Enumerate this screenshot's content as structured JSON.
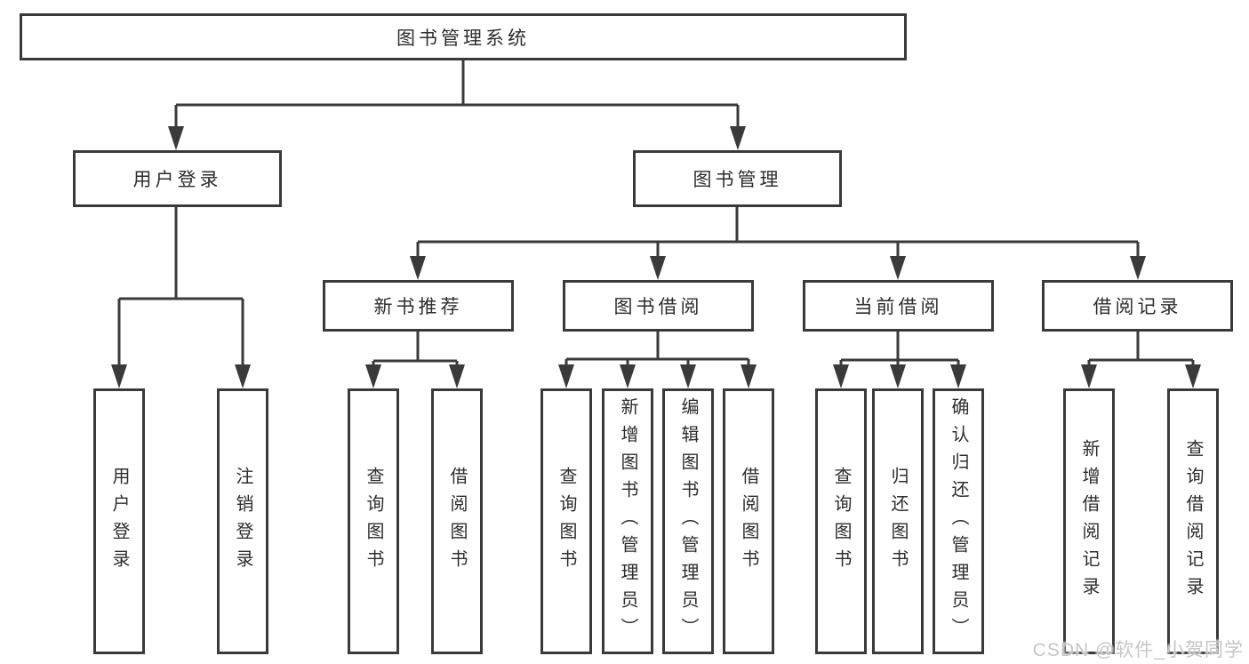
{
  "colors": {
    "stroke": "#3a3a3a",
    "text": "#2d2d2d",
    "background": "#ffffff",
    "watermark": "#c6c6c6"
  },
  "watermark": "CSDN @软件_小贺同学",
  "tree": {
    "label": "图书管理系统",
    "children": [
      {
        "label": "用户登录",
        "children": [
          {
            "label": "用户登录"
          },
          {
            "label": "注销登录"
          }
        ]
      },
      {
        "label": "图书管理",
        "children": [
          {
            "label": "新书推荐",
            "children": [
              {
                "label": "查询图书"
              },
              {
                "label": "借阅图书"
              }
            ]
          },
          {
            "label": "图书借阅",
            "children": [
              {
                "label": "查询图书"
              },
              {
                "label": "新增图书（管理员）"
              },
              {
                "label": "编辑图书（管理员）"
              },
              {
                "label": "借阅图书"
              }
            ]
          },
          {
            "label": "当前借阅",
            "children": [
              {
                "label": "查询图书"
              },
              {
                "label": "归还图书"
              },
              {
                "label": "确认归还（管理员）"
              }
            ]
          },
          {
            "label": "借阅记录",
            "children": [
              {
                "label": "新增借阅记录"
              },
              {
                "label": "查询借阅记录"
              }
            ]
          }
        ]
      }
    ]
  }
}
